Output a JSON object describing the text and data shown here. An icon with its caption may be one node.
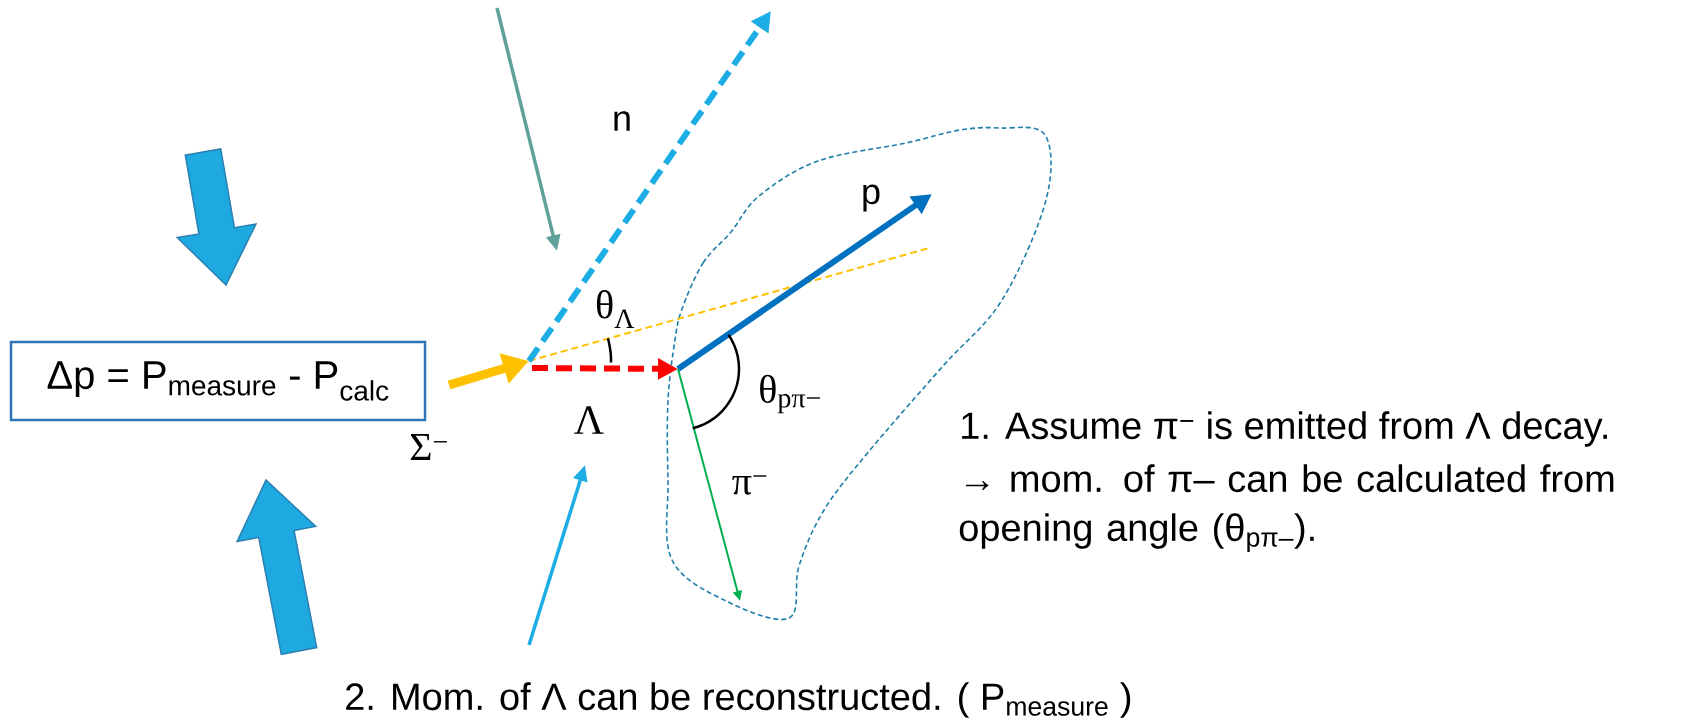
{
  "diagram": {
    "nodes": [
      {
        "text": [
          "Δp = P$_{measure}$ - P$_{calc}$"
        ]
      }
    ],
    "labels": [
      "n",
      "p",
      "θ$_{Λ}$",
      "θ$_{pπ−}$",
      "Λ",
      "1. Assume π$^{−}$ is emitted from Λ decay.",
      "Σ$^{−}$",
      "π$^{−}$",
      "→ mom. of π– can be calculated from opening angle (θ$_{pπ–}$).",
      "2. Mom. of Λ can be reconstructed. ( P$_{measure}$ )"
    ]
  }
}
